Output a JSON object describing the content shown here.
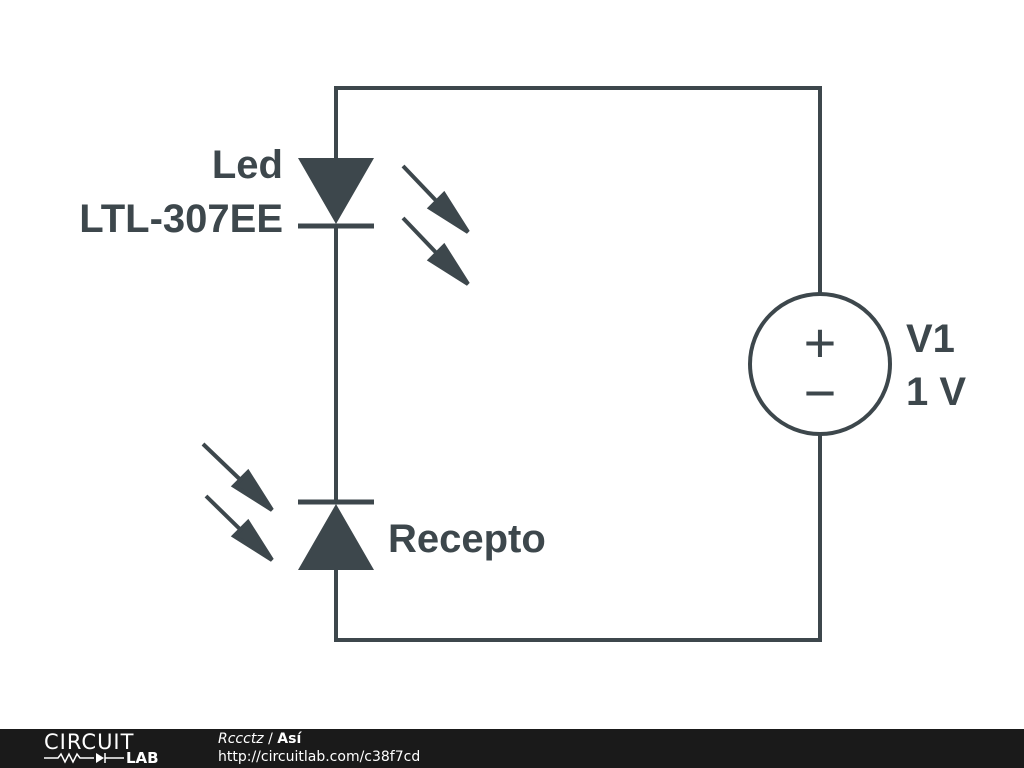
{
  "colors": {
    "ink": "#3d474c",
    "footer_bg": "#1a1a1a",
    "footer_text": "#ffffff"
  },
  "components": {
    "led": {
      "name": "Led",
      "part": "LTL-307EE"
    },
    "receptor": {
      "name": "Recepto"
    },
    "source": {
      "name": "V1",
      "value": "1 V",
      "plus_symbol": "+",
      "minus_symbol": "−"
    }
  },
  "footer": {
    "brand_top": "CIRCUIT",
    "brand_bottom": "LAB",
    "author": "Rccctz",
    "separator": " / ",
    "title": "Así",
    "url": "http://circuitlab.com/c38f7cd"
  }
}
